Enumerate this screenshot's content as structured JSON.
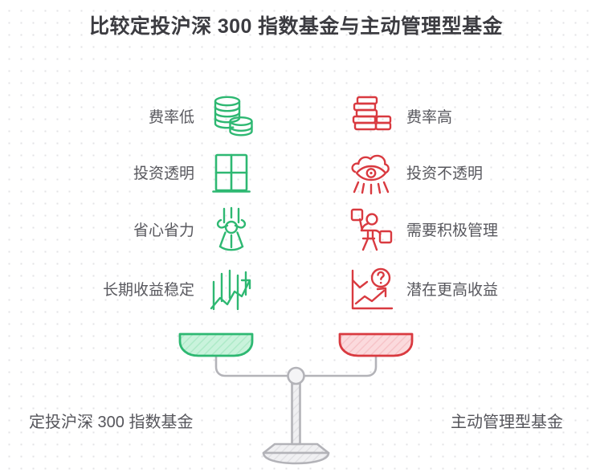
{
  "title": "比较定投沪深 300 指数基金与主动管理型基金",
  "colors": {
    "green": "#2eb872",
    "green_fill": "#b9f0d2",
    "red": "#d93a40",
    "red_fill": "#f9ced2",
    "gray": "#b3b3b8",
    "text": "#58585e",
    "background": "#ffffff",
    "dot": "#e3e3e6"
  },
  "left": {
    "side_name": "index-fund",
    "accent": "#2eb872",
    "bottom_label": "定投沪深 300 指数基金",
    "features": [
      {
        "label": "费率低",
        "icon": "coin-stack-icon"
      },
      {
        "label": "投资透明",
        "icon": "window-panes-icon"
      },
      {
        "label": "省心省力",
        "icon": "relaxed-person-icon"
      },
      {
        "label": "长期收益稳定",
        "icon": "steady-growth-chart-icon"
      }
    ]
  },
  "right": {
    "side_name": "active-fund",
    "accent": "#d93a40",
    "bottom_label": "主动管理型基金",
    "features": [
      {
        "label": "费率高",
        "icon": "coin-stack-icon"
      },
      {
        "label": "投资不透明",
        "icon": "cloud-eye-icon"
      },
      {
        "label": "需要积极管理",
        "icon": "busy-person-icon"
      },
      {
        "label": "潜在更高收益",
        "icon": "uncertain-growth-chart-icon"
      }
    ]
  },
  "scale": {
    "name": "balance-scale",
    "left_pan_color": "#2eb872",
    "right_pan_color": "#d93a40"
  }
}
